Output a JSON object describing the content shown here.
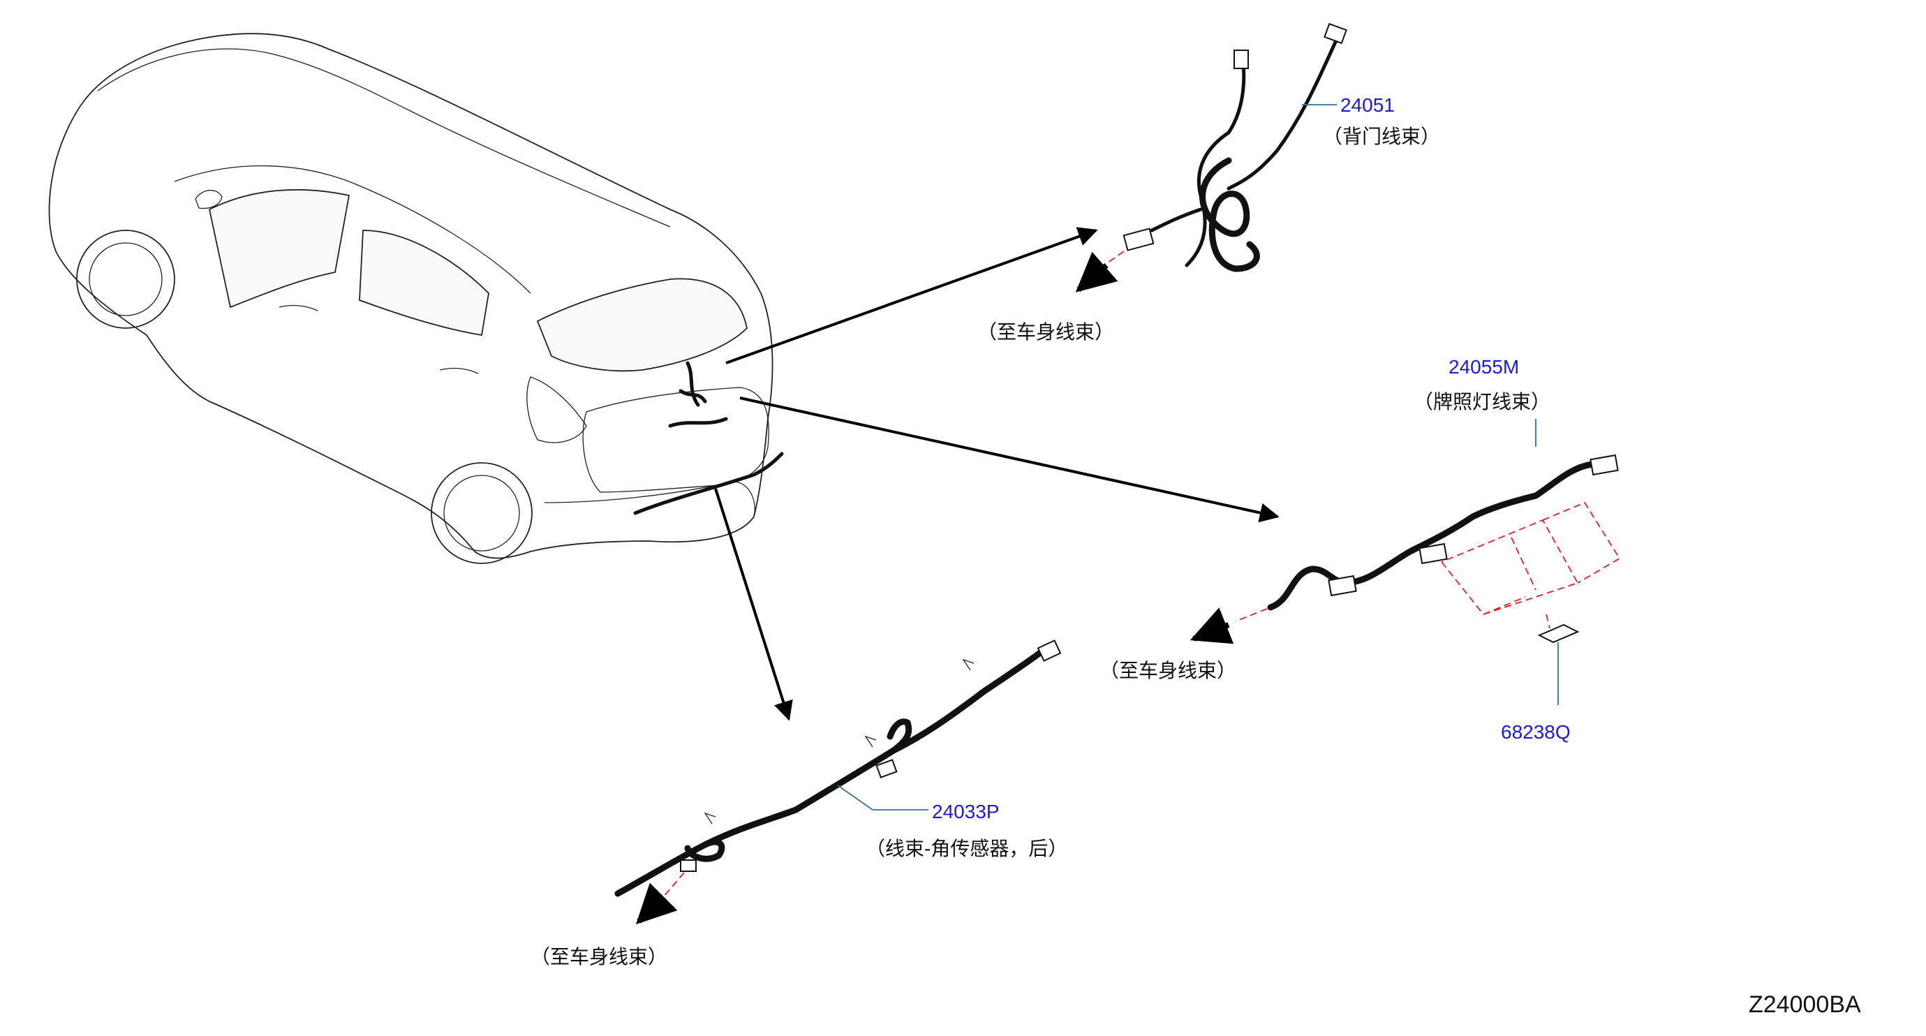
{
  "labels": {
    "tailgate": {
      "part_no": "24051",
      "name": "（背门线束）"
    },
    "tailgate_to_body": "（至车身线束）",
    "license_lamp": {
      "part_no": "24055M",
      "name": "（牌照灯线束）"
    },
    "license_to_body": "（至车身线束）",
    "grommet": {
      "part_no": "68238Q"
    },
    "sensor": {
      "part_no": "24033P",
      "name": "（线束-角传感器，后）"
    },
    "sensor_to_body": "（至车身线束）"
  },
  "diagram_code": "Z24000BA",
  "colors": {
    "part_number": "#1b1bd6",
    "leader_line": "#3a6e9a",
    "phantom_line": "#e02020",
    "line_art": "#222222"
  }
}
